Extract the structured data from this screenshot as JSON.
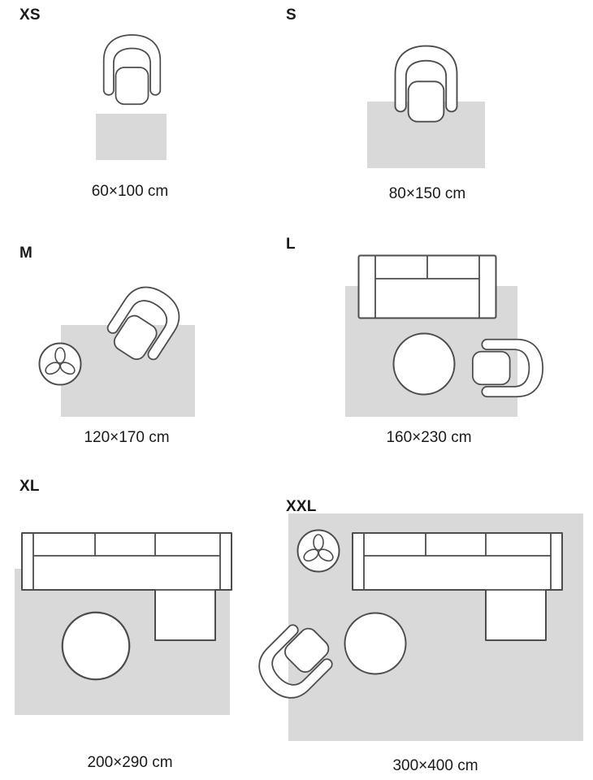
{
  "colors": {
    "background": "#ffffff",
    "rug_fill": "#d9d9d9",
    "furniture_fill": "#ffffff",
    "outline": "#4d4d4d",
    "text": "#1a1a1a"
  },
  "sizes": [
    {
      "id": "xs",
      "label": "XS",
      "dimensions": "60×100 cm",
      "furniture": [
        "armchair-icon"
      ]
    },
    {
      "id": "s",
      "label": "S",
      "dimensions": "80×150 cm",
      "furniture": [
        "armchair-icon"
      ]
    },
    {
      "id": "m",
      "label": "M",
      "dimensions": "120×170 cm",
      "furniture": [
        "armchair-icon",
        "plant-side-table-icon"
      ]
    },
    {
      "id": "l",
      "label": "L",
      "dimensions": "160×230 cm",
      "furniture": [
        "sofa-icon",
        "pouf-icon",
        "armchair-icon"
      ]
    },
    {
      "id": "xl",
      "label": "XL",
      "dimensions": "200×290 cm",
      "furniture": [
        "corner-sofa-icon",
        "pouf-icon"
      ]
    },
    {
      "id": "xxl",
      "label": "XXL",
      "dimensions": "300×400 cm",
      "furniture": [
        "plant-side-table-icon",
        "corner-sofa-icon",
        "pouf-icon",
        "armchair-icon"
      ]
    }
  ]
}
